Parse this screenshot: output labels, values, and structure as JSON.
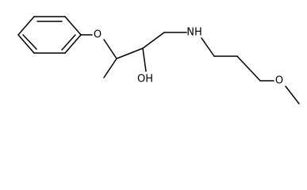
{
  "molecule": {
    "atoms": {
      "ether_oxygen": "O",
      "hydroxyl": "OH",
      "amine": "NH",
      "methoxy_oxygen": "O"
    }
  }
}
